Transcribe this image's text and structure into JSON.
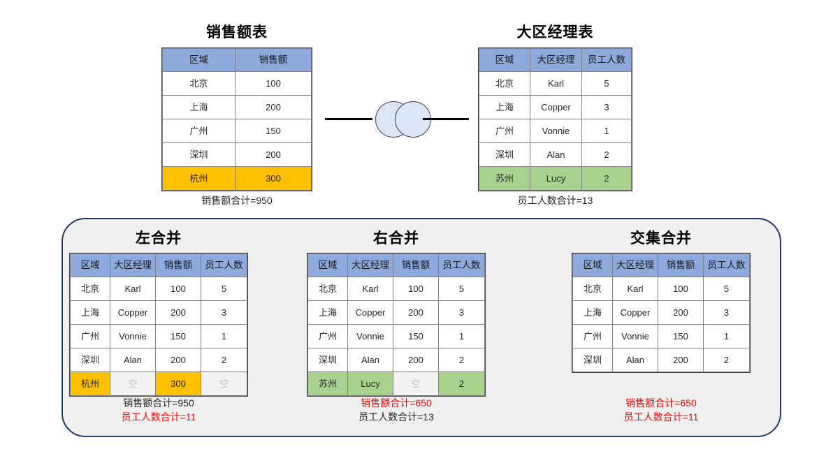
{
  "colors": {
    "header_blue": "#8EA9DB",
    "highlight_orange": "#FFC000",
    "highlight_green": "#A9D18E",
    "empty_gray": "#F2F2F2",
    "alert_red": "#FF0000",
    "container_border": "#1F3864",
    "container_fill": "#F0F0F0"
  },
  "top": {
    "sales_table": {
      "title": "销售额表",
      "columns": [
        "区域",
        "销售额"
      ],
      "rows": [
        {
          "cells": [
            "北京",
            "100"
          ],
          "style": "normal"
        },
        {
          "cells": [
            "上海",
            "200"
          ],
          "style": "normal"
        },
        {
          "cells": [
            "广州",
            "150"
          ],
          "style": "normal"
        },
        {
          "cells": [
            "深圳",
            "200"
          ],
          "style": "normal"
        },
        {
          "cells": [
            "杭州",
            "300"
          ],
          "style": "orange"
        }
      ],
      "caption": "销售额合计=950"
    },
    "manager_table": {
      "title": "大区经理表",
      "columns": [
        "区域",
        "大区经理",
        "员工人数"
      ],
      "rows": [
        {
          "cells": [
            "北京",
            "Karl",
            "5"
          ],
          "style": "normal"
        },
        {
          "cells": [
            "上海",
            "Copper",
            "3"
          ],
          "style": "normal"
        },
        {
          "cells": [
            "广州",
            "Vonnie",
            "1"
          ],
          "style": "normal"
        },
        {
          "cells": [
            "深圳",
            "Alan",
            "2"
          ],
          "style": "normal"
        },
        {
          "cells": [
            "苏州",
            "Lucy",
            "2"
          ],
          "style": "green"
        }
      ],
      "caption": "员工人数合计=13"
    },
    "connector": {
      "icon": "venn-two-circles-icon"
    }
  },
  "merges": {
    "left_join": {
      "title": "左合并",
      "columns": [
        "区域",
        "大区经理",
        "销售额",
        "员工人数"
      ],
      "rows": [
        {
          "cells": [
            "北京",
            "Karl",
            "100",
            "5"
          ],
          "styles": [
            "normal",
            "normal",
            "normal",
            "normal"
          ]
        },
        {
          "cells": [
            "上海",
            "Copper",
            "200",
            "3"
          ],
          "styles": [
            "normal",
            "normal",
            "normal",
            "normal"
          ]
        },
        {
          "cells": [
            "广州",
            "Vonnie",
            "150",
            "1"
          ],
          "styles": [
            "normal",
            "normal",
            "normal",
            "normal"
          ]
        },
        {
          "cells": [
            "深圳",
            "Alan",
            "200",
            "2"
          ],
          "styles": [
            "normal",
            "normal",
            "normal",
            "normal"
          ]
        },
        {
          "cells": [
            "杭州",
            "空",
            "300",
            "空"
          ],
          "styles": [
            "orange",
            "empty",
            "orange",
            "empty"
          ]
        }
      ],
      "captions": [
        {
          "text": "销售额合计=950",
          "color": "normal"
        },
        {
          "text": "员工人数合计=11",
          "color": "red"
        }
      ]
    },
    "right_join": {
      "title": "右合并",
      "columns": [
        "区域",
        "大区经理",
        "销售额",
        "员工人数"
      ],
      "rows": [
        {
          "cells": [
            "北京",
            "Karl",
            "100",
            "5"
          ],
          "styles": [
            "normal",
            "normal",
            "normal",
            "normal"
          ]
        },
        {
          "cells": [
            "上海",
            "Copper",
            "200",
            "3"
          ],
          "styles": [
            "normal",
            "normal",
            "normal",
            "normal"
          ]
        },
        {
          "cells": [
            "广州",
            "Vonnie",
            "150",
            "1"
          ],
          "styles": [
            "normal",
            "normal",
            "normal",
            "normal"
          ]
        },
        {
          "cells": [
            "深圳",
            "Alan",
            "200",
            "2"
          ],
          "styles": [
            "normal",
            "normal",
            "normal",
            "normal"
          ]
        },
        {
          "cells": [
            "苏州",
            "Lucy",
            "空",
            "2"
          ],
          "styles": [
            "green",
            "green",
            "empty",
            "green"
          ]
        }
      ],
      "captions": [
        {
          "text": "销售额合计=650",
          "color": "red"
        },
        {
          "text": "员工人数合计=13",
          "color": "normal"
        }
      ]
    },
    "inner_join": {
      "title": "交集合并",
      "columns": [
        "区域",
        "大区经理",
        "销售额",
        "员工人数"
      ],
      "rows": [
        {
          "cells": [
            "北京",
            "Karl",
            "100",
            "5"
          ],
          "styles": [
            "normal",
            "normal",
            "normal",
            "normal"
          ]
        },
        {
          "cells": [
            "上海",
            "Copper",
            "200",
            "3"
          ],
          "styles": [
            "normal",
            "normal",
            "normal",
            "normal"
          ]
        },
        {
          "cells": [
            "广州",
            "Vonnie",
            "150",
            "1"
          ],
          "styles": [
            "normal",
            "normal",
            "normal",
            "normal"
          ]
        },
        {
          "cells": [
            "深圳",
            "Alan",
            "200",
            "2"
          ],
          "styles": [
            "normal",
            "normal",
            "normal",
            "normal"
          ]
        }
      ],
      "captions": [
        {
          "text": "销售额合计=650",
          "color": "red"
        },
        {
          "text": "员工人数合计=11",
          "color": "red"
        }
      ]
    }
  }
}
